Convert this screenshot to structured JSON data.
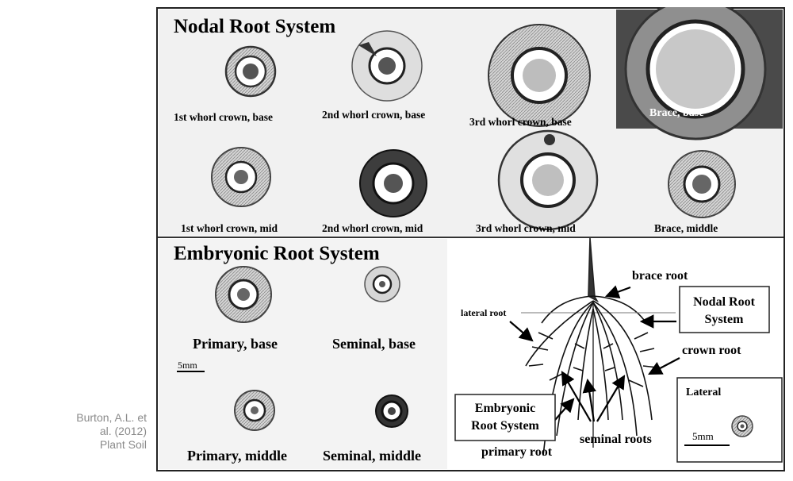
{
  "citation": {
    "line1": "Burton, A.L. et",
    "line2": "al. (2012)",
    "line3": "Plant Soil"
  },
  "nodal": {
    "title": "Nodal Root System",
    "labels": [
      "1st whorl crown, base",
      "2nd whorl crown, base",
      "3rd whorl crown, base",
      "Brace, base",
      "1st whorl crown, mid",
      "2nd whorl crown, mid",
      "3rd whorl crown, mid",
      "Brace, middle"
    ]
  },
  "embryonic": {
    "title": "Embryonic Root System",
    "labels": [
      "Primary, base",
      "Seminal, base",
      "Primary, middle",
      "Seminal, middle"
    ],
    "scale": "5mm"
  },
  "diagram": {
    "brace_root": "brace root",
    "lateral_root": "lateral root",
    "nodal_box_line1": "Nodal Root",
    "nodal_box_line2": "System",
    "crown_root": "crown root",
    "embryonic_box_line1": "Embryonic",
    "embryonic_box_line2": "Root System",
    "primary_root": "primary root",
    "seminal_roots": "seminal roots",
    "inset_title": "Lateral",
    "inset_scale": "5mm"
  }
}
